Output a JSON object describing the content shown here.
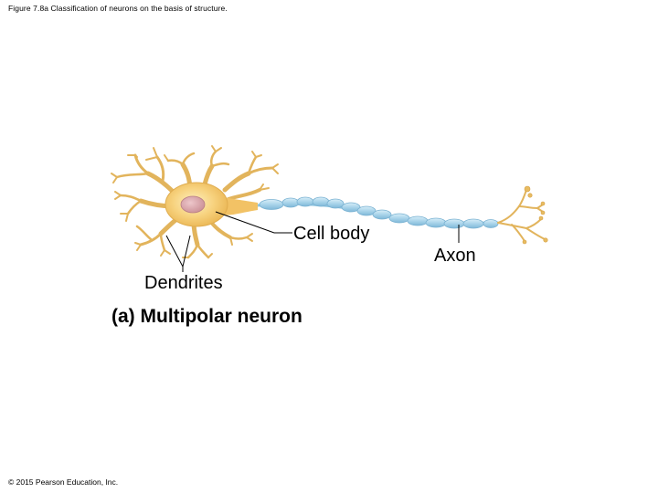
{
  "caption": "Figure 7.8a Classification of neurons on the basis of structure.",
  "labels": {
    "cell_body": "Cell body",
    "axon": "Axon",
    "dendrites": "Dendrites",
    "panel_title": "(a) Multipolar neuron"
  },
  "copyright": "© 2015 Pearson Education, Inc.",
  "colors": {
    "soma": "#f2c265",
    "soma_light": "#fbe7a6",
    "nucleus": "#d9a3a8",
    "myelin": "#a9d4ea",
    "axon_core": "#8fc5e0",
    "dendrite": "#e0b460"
  }
}
